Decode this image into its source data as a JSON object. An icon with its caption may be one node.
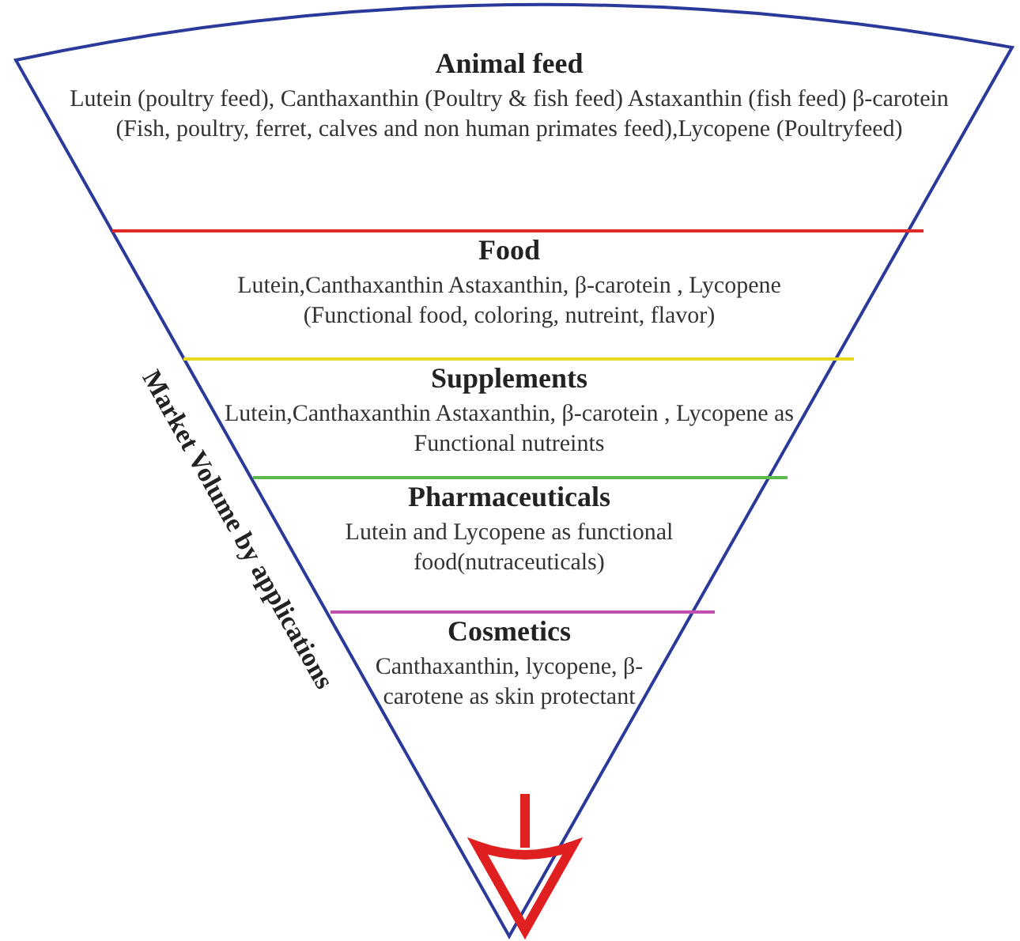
{
  "diagram": {
    "nodes": [
      {
        "text": [
          "Animal feed",
          "Lutein (poultry feed), Canthaxanthin (Poultry & fish feed) Astaxanthin (fish feed) β-carotein (Fish, poultry, ferret, calves and non human primates feed),Lycopene (Poultryfeed)"
        ]
      },
      {
        "text": [
          "Food",
          "Lutein,Canthaxanthin Astaxanthin, β-carotein , Lycopene (Functional food, coloring, nutreint, flavor)"
        ]
      },
      {
        "text": [
          "Supplements",
          "Lutein,Canthaxanthin Astaxanthin, β-carotein , Lycopene as Functional nutreints"
        ]
      },
      {
        "text": [
          "Pharmaceuticals",
          "Lutein and Lycopene as functional food(nutraceuticals)"
        ]
      },
      {
        "text": [
          "Cosmetics",
          "Canthaxanthin, lycopene, β-carotene as skin protectant"
        ]
      }
    ],
    "labels": [
      "Market Volume by applications"
    ]
  }
}
